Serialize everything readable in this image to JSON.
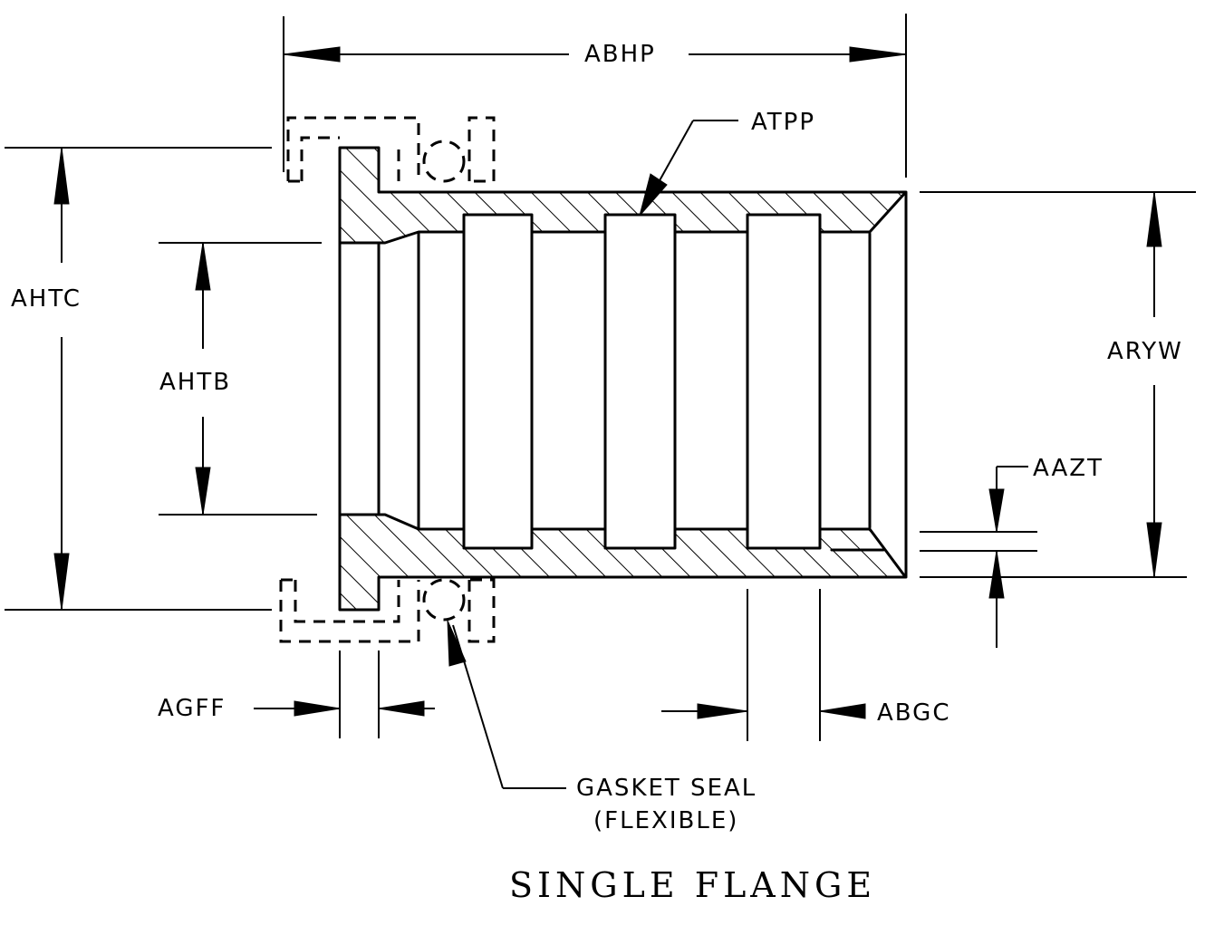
{
  "labels": {
    "abhp": "ABHP",
    "atpp": "ATPP",
    "ahtc": "AHTC",
    "ahtb": "AHTB",
    "aryw": "ARYW",
    "aazt": "AAZT",
    "agff": "AGFF",
    "abgc": "ABGC",
    "gasket_line1": "GASKET SEAL",
    "gasket_line2": "(FLEXIBLE)"
  },
  "title": "SINGLE FLANGE"
}
